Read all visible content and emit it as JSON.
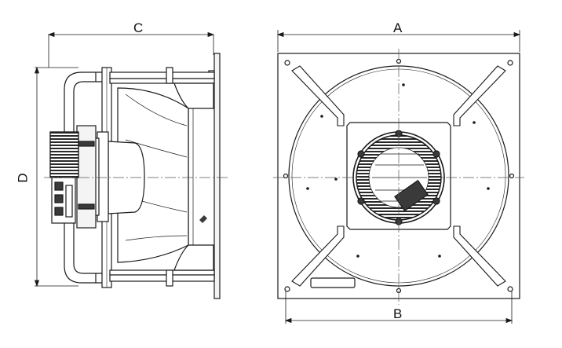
{
  "dimensions": {
    "a": "A",
    "b": "B",
    "c": "C",
    "d": "D"
  },
  "colors": {
    "line": "#1a1a1a",
    "fill_light": "#f4f4f4",
    "fill_dark": "#3a3a3a",
    "centerline": "#555555"
  }
}
